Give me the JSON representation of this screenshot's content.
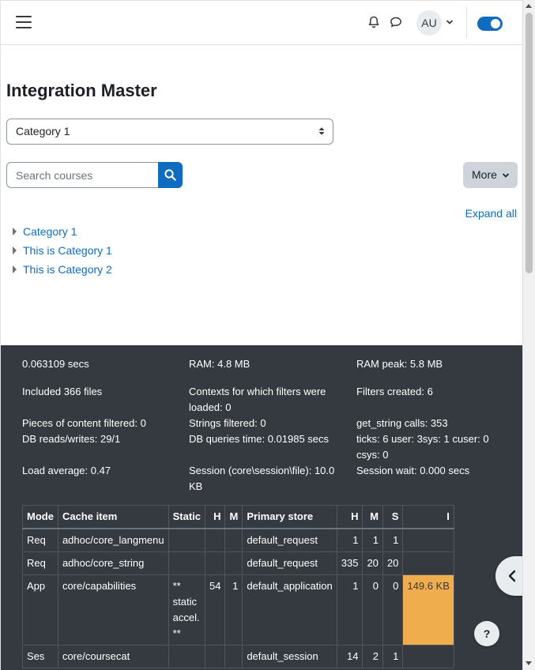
{
  "header": {
    "avatar_initials": "AU"
  },
  "page": {
    "title": "Integration Master",
    "category_select": "Category 1",
    "search_placeholder": "Search courses",
    "more_label": "More",
    "expand_all": "Expand all",
    "categories": [
      "Category 1",
      "This is Category 1",
      "This is Category 2"
    ]
  },
  "perf": {
    "time": "0.063109 secs",
    "ram": "RAM: 4.8 MB",
    "ram_peak": "RAM peak: 5.8 MB",
    "included": "Included 366 files",
    "contexts": "Contexts for which filters were loaded: 0",
    "filters_created": "Filters created: 6",
    "pieces": "Pieces of content filtered: 0",
    "db_rw": "DB reads/writes: 29/1",
    "strings": "Strings filtered: 0",
    "db_time": "DB queries time: 0.01985 secs",
    "get_string": "get_string calls: 353",
    "ticks": "ticks: 6 user: 3sys: 1 cuser: 0 csys: 0",
    "load": "Load average: 0.47",
    "session": "Session (core\\session\\file): 10.0 KB",
    "session_wait": "Session wait: 0.000 secs"
  },
  "cache_table": {
    "headers": [
      "Mode",
      "Cache item",
      "Static",
      "H",
      "M",
      "Primary store",
      "H",
      "M",
      "S",
      "I"
    ],
    "rows": [
      [
        "Req",
        "adhoc/core_langmenu",
        "",
        "",
        "",
        "default_request",
        "1",
        "1",
        "1",
        ""
      ],
      [
        "Req",
        "adhoc/core_string",
        "",
        "",
        "",
        "default_request",
        "335",
        "20",
        "20",
        ""
      ],
      [
        "App",
        "core/capabilities",
        "** static accel. **",
        "54",
        "1",
        "default_application",
        "1",
        "0",
        "0",
        "149.6 KB"
      ],
      [
        "Ses",
        "core/coursecat",
        "",
        "",
        "",
        "default_session",
        "14",
        "2",
        "1",
        ""
      ]
    ]
  },
  "help_label": "?",
  "colors": {
    "brand": "#0f6cbf",
    "footer_bg": "#343a40",
    "highlight": "#f0ad4e"
  }
}
